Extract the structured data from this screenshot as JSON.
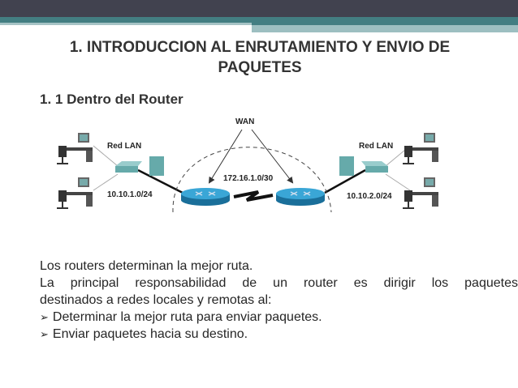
{
  "title": "1. INTRODUCCION AL ENRUTAMIENTO Y ENVIO DE PAQUETES",
  "subtitle": "1. 1 Dentro del Router",
  "diagram": {
    "wan_label": "WAN",
    "left_lan_label": "Red LAN",
    "right_lan_label": "Red LAN",
    "left_network": "10.10.1.0/24",
    "wan_network": "172.16.1.0/30",
    "right_network": "10.10.2.0/24"
  },
  "body": {
    "line1": "Los routers determinan la mejor ruta.",
    "line2a": "La principal responsabilidad de un router es dirigir los paquetes",
    "line2b": "destinados a redes locales y remotas al:",
    "bullet_icon": "arrow-bullet-icon",
    "bullets": [
      "Determinar la mejor ruta para enviar paquetes.",
      "Enviar paquetes hacia su destino."
    ]
  },
  "colors": {
    "header_dark": "#41424f",
    "header_teal": "#437e82",
    "router": "#2a8fc0"
  }
}
